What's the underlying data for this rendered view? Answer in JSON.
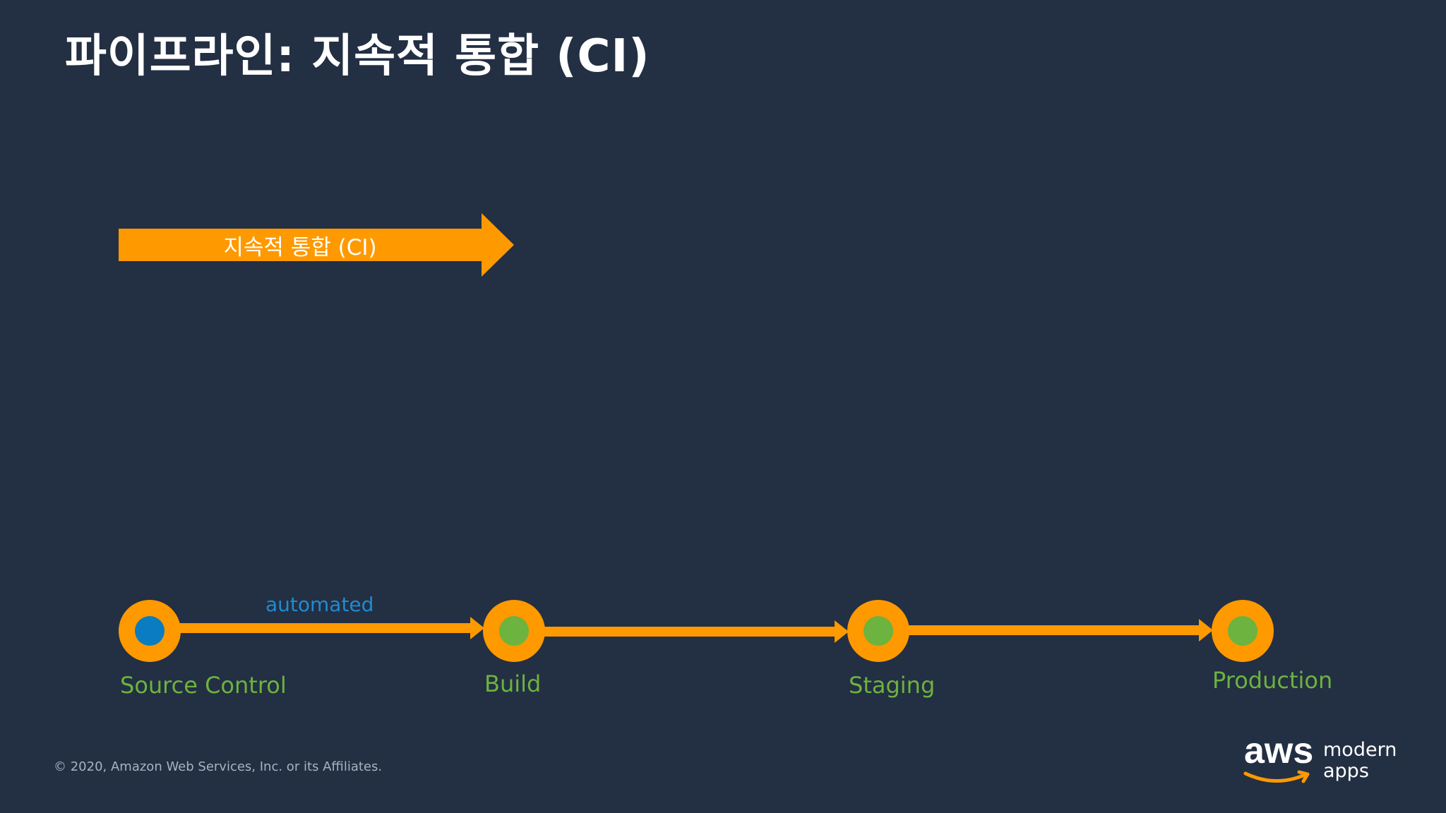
{
  "title": "파이프라인: 지속적 통합 (CI)",
  "ci_arrow": {
    "label": "지속적 통합 (CI)",
    "color": "#ff9900"
  },
  "pipeline": {
    "line_color": "#ff9900",
    "automated_label": "automated",
    "automated_color": "#1f8bd1",
    "stages": [
      {
        "label": "Source Control",
        "dot_color": "#0a7cc1"
      },
      {
        "label": "Build",
        "dot_color": "#6cb33f"
      },
      {
        "label": "Staging",
        "dot_color": "#6cb33f"
      },
      {
        "label": "Production",
        "dot_color": "#6cb33f"
      }
    ]
  },
  "footer": {
    "copyright": "© 2020, Amazon Web Services, Inc. or its Affiliates."
  },
  "logo": {
    "brand": "aws",
    "line1": "modern",
    "line2": "apps"
  },
  "colors": {
    "background": "#232f43",
    "accent": "#ff9900",
    "stage_label": "#6cb33f"
  }
}
